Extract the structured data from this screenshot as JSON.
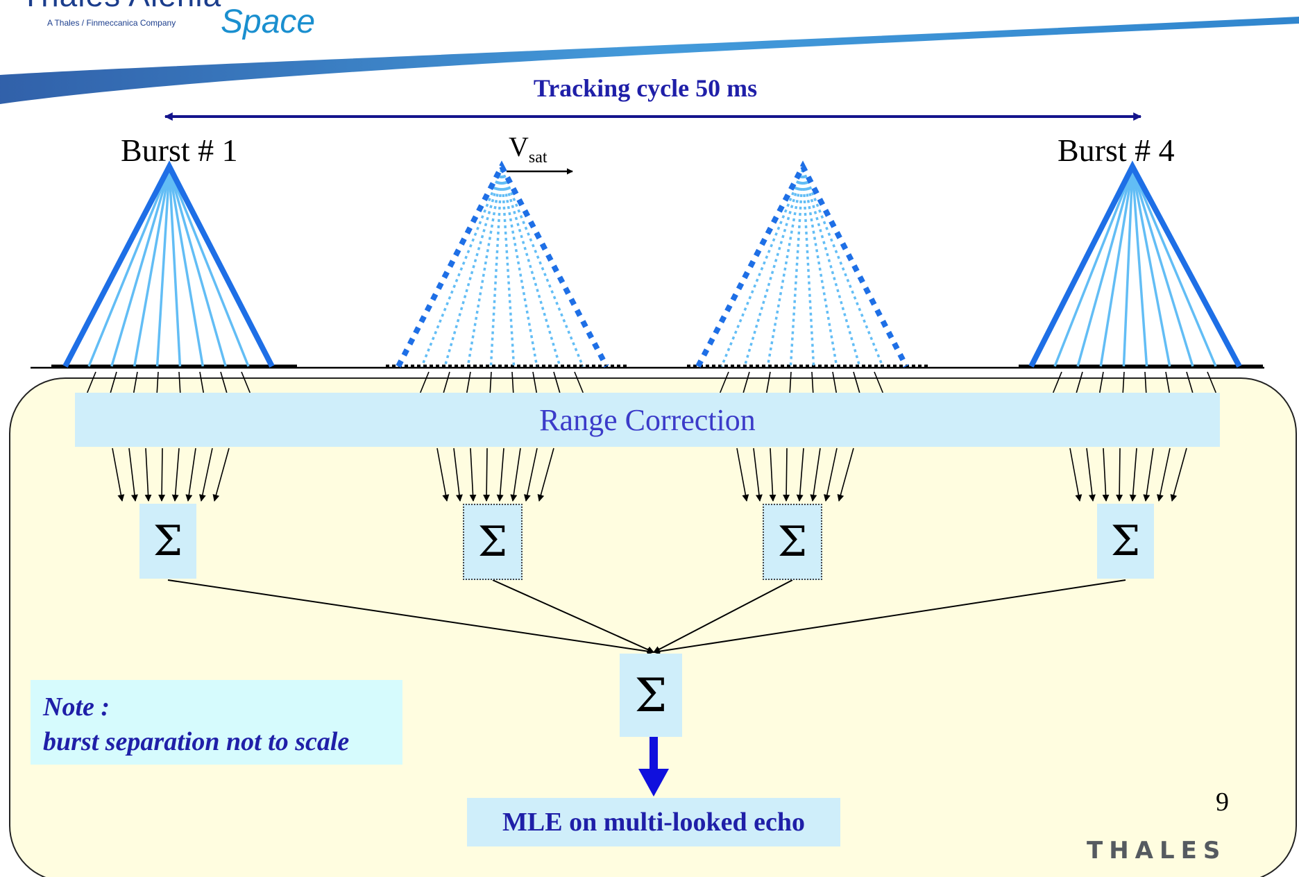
{
  "logo": {
    "company": "Thales Alenia",
    "tagline": "A Thales / Finmeccanica Company",
    "space": "Space"
  },
  "tracking_cycle": {
    "label": "Tracking cycle 50 ms"
  },
  "velocity": {
    "symbol": "V",
    "subscript": "sat"
  },
  "bursts": [
    {
      "label": "Burst # 1",
      "style": "solid",
      "sigma": "Σ"
    },
    {
      "label": "",
      "style": "dotted",
      "sigma": "Σ"
    },
    {
      "label": "",
      "style": "dotted",
      "sigma": "Σ"
    },
    {
      "label": "Burst # 4",
      "style": "solid",
      "sigma": "Σ"
    }
  ],
  "range_correction": {
    "label": "Range Correction"
  },
  "final_sum": {
    "symbol": "Σ"
  },
  "note": {
    "line1": "Note :",
    "line2": "burst separation not to scale"
  },
  "output": {
    "label": "MLE on multi-looked echo"
  },
  "footer": {
    "page_number": "9",
    "brand": "THALES"
  },
  "colors": {
    "beam_outline": "#1e6fe6",
    "beam_rays": "#62bdf5",
    "panel_fill": "#fffde0",
    "box_fill": "#cfeefa",
    "title_blue": "#1f1fa8",
    "final_arrow": "#1010dd"
  }
}
